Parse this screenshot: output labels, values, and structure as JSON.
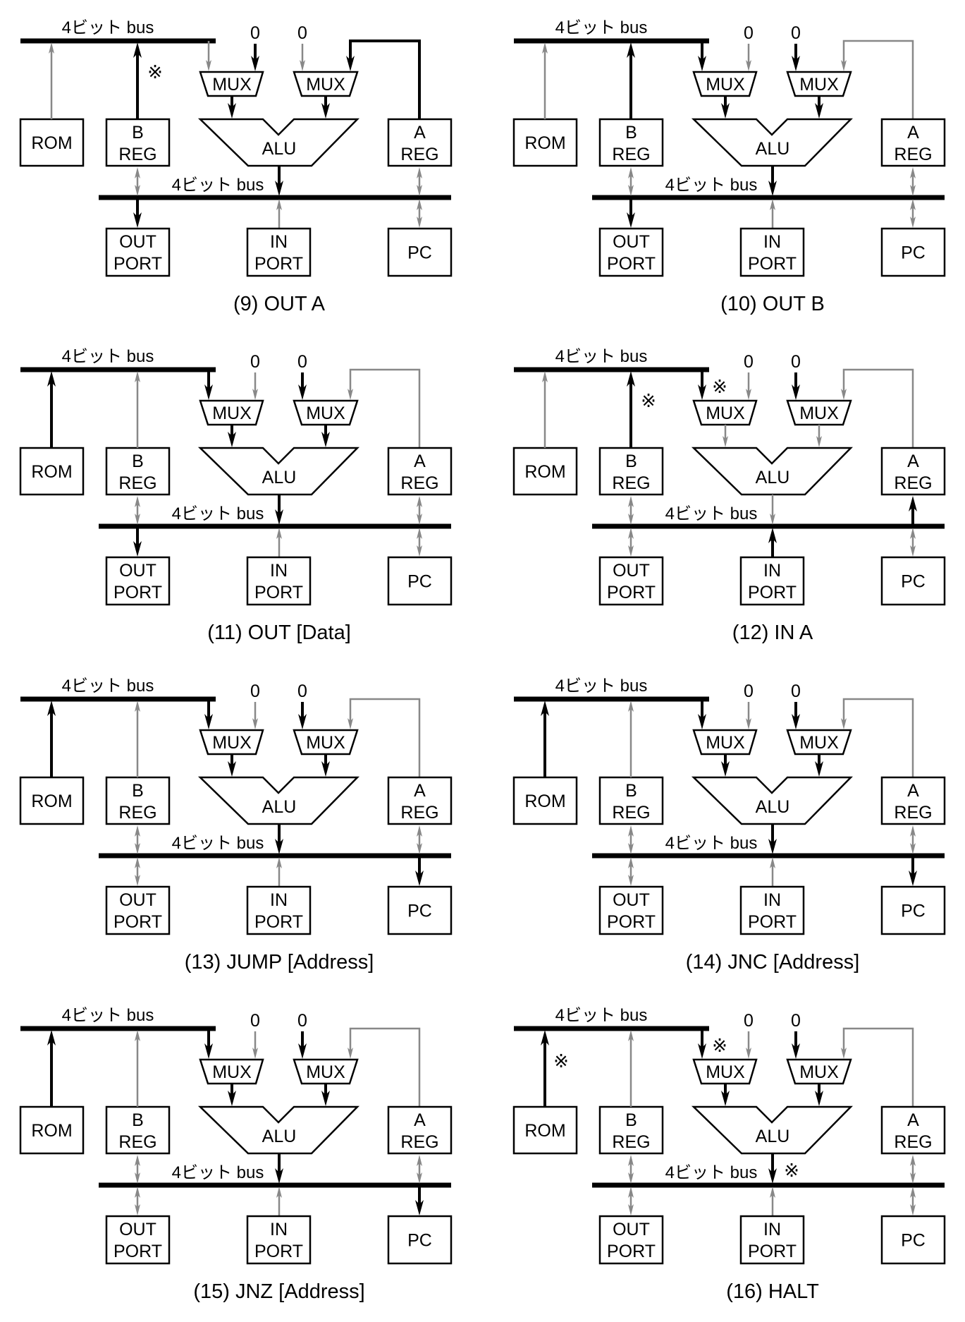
{
  "colors": {
    "active": "#000000",
    "inactive": "#888888",
    "box_stroke": "#000000"
  },
  "labels": {
    "bus": "4ビット bus",
    "zero": "0",
    "mux": "MUX",
    "alu": "ALU",
    "rom": "ROM",
    "b_reg": [
      "B",
      "REG"
    ],
    "a_reg": [
      "A",
      "REG"
    ],
    "out_port": [
      "OUT",
      "PORT"
    ],
    "in_port": [
      "IN",
      "PORT"
    ],
    "pc": "PC",
    "note_mark": "※"
  },
  "panels": [
    {
      "caption": "(9) OUT A",
      "active": [
        "mux_r_from_a",
        "mux_l_zero",
        "mux_l_to_alu",
        "mux_r_to_alu",
        "alu_to_bus",
        "bus_to_out",
        "breg_to_topbus"
      ],
      "marks": [
        "breg_up"
      ]
    },
    {
      "caption": "(10) OUT B",
      "active": [
        "topbus_to_mux_l",
        "mux_r_zero",
        "mux_l_to_alu",
        "mux_r_to_alu",
        "alu_to_bus",
        "bus_to_out",
        "breg_to_topbus"
      ],
      "marks": []
    },
    {
      "caption": "(11) OUT [Data]",
      "active": [
        "rom_to_topbus",
        "topbus_to_mux_l",
        "mux_r_zero",
        "mux_l_to_alu",
        "mux_r_to_alu",
        "alu_to_bus",
        "bus_to_out"
      ],
      "marks": []
    },
    {
      "caption": "(12) IN A",
      "active": [
        "breg_to_topbus",
        "topbus_to_mux_l",
        "mux_r_zero",
        "in_to_bus",
        "bus_to_areg"
      ],
      "marks": [
        "breg_up",
        "mux_l_in"
      ]
    },
    {
      "caption": "(13) JUMP [Address]",
      "active": [
        "rom_to_topbus",
        "topbus_to_mux_l",
        "mux_r_zero",
        "mux_l_to_alu",
        "mux_r_to_alu",
        "alu_to_bus",
        "bus_to_pc"
      ],
      "marks": []
    },
    {
      "caption": "(14) JNC [Address]",
      "active": [
        "rom_to_topbus",
        "topbus_to_mux_l",
        "mux_r_zero",
        "mux_l_to_alu",
        "mux_r_to_alu",
        "alu_to_bus",
        "bus_to_pc"
      ],
      "marks": []
    },
    {
      "caption": "(15) JNZ [Address]",
      "active": [
        "rom_to_topbus",
        "topbus_to_mux_l",
        "mux_r_zero",
        "mux_l_to_alu",
        "mux_r_to_alu",
        "alu_to_bus",
        "bus_to_pc"
      ],
      "marks": []
    },
    {
      "caption": "(16) HALT",
      "active": [
        "rom_to_topbus",
        "topbus_to_mux_l",
        "mux_r_zero",
        "mux_l_to_alu",
        "mux_r_to_alu",
        "alu_to_bus"
      ],
      "marks": [
        "rom_up",
        "mux_l_in",
        "alu_out"
      ]
    }
  ]
}
